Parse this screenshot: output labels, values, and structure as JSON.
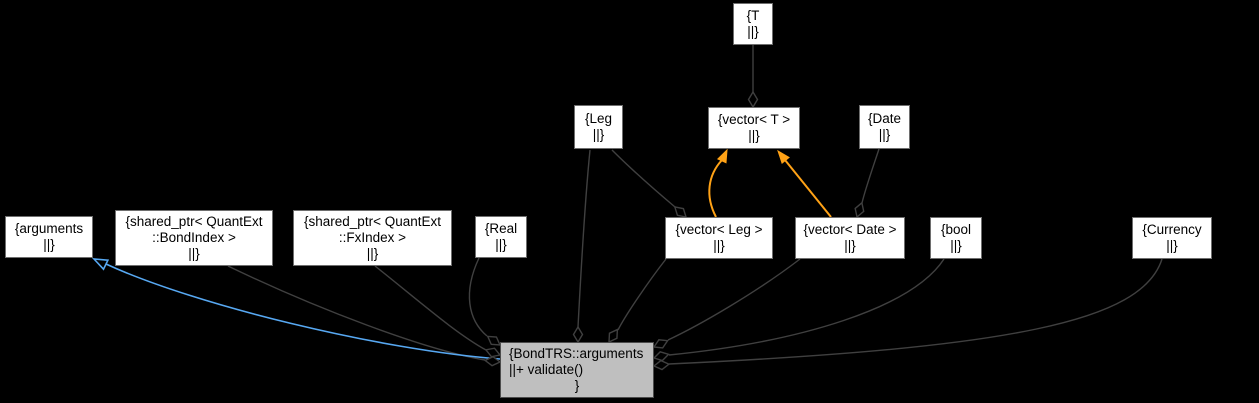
{
  "graph": {
    "title": "BondTRS::arguments collaboration graph",
    "colors": {
      "background": "#000000",
      "node_fill": "#ffffff",
      "node_border": "#6e6e6e",
      "main_node_fill": "#bfbfbf",
      "main_node_border": "#4c4c4c",
      "edge": "#404040",
      "template_edge": "#ffa216",
      "inheritance_edge": "#57a8f2",
      "text": "#000000"
    },
    "nodes": {
      "t": {
        "label_lines": [
          "{T",
          "||}"
        ]
      },
      "leg": {
        "label_lines": [
          "{Leg",
          "||}"
        ]
      },
      "vector_t": {
        "label_lines": [
          "{vector< T >",
          "||}"
        ]
      },
      "date": {
        "label_lines": [
          "{Date",
          "||}"
        ]
      },
      "arguments": {
        "label_lines": [
          "{arguments",
          "||}"
        ]
      },
      "shared_ptr_bondindex": {
        "label_lines": [
          "{shared_ptr< QuantExt",
          "::BondIndex >",
          "||}"
        ]
      },
      "shared_ptr_fxindex": {
        "label_lines": [
          "{shared_ptr< QuantExt",
          "::FxIndex >",
          "||}"
        ]
      },
      "real": {
        "label_lines": [
          "{Real",
          "||}"
        ]
      },
      "vector_leg": {
        "label_lines": [
          "{vector< Leg >",
          "||}"
        ]
      },
      "vector_date": {
        "label_lines": [
          "{vector< Date >",
          "||}"
        ]
      },
      "bool": {
        "label_lines": [
          "{bool",
          "||}"
        ]
      },
      "currency": {
        "label_lines": [
          "{Currency",
          "||}"
        ]
      },
      "main": {
        "label_lines": [
          "{BondTRS::arguments",
          "||+ validate()",
          "}"
        ]
      }
    },
    "edges": [
      {
        "from": "t",
        "to": "vector_t",
        "type": "aggregation"
      },
      {
        "from": "leg",
        "to": "main",
        "type": "aggregation"
      },
      {
        "from": "leg",
        "to": "vector_leg",
        "type": "aggregation"
      },
      {
        "from": "date",
        "to": "vector_date",
        "type": "aggregation"
      },
      {
        "from": "vector_leg",
        "to": "vector_t",
        "type": "template-instantiation"
      },
      {
        "from": "vector_date",
        "to": "vector_t",
        "type": "template-instantiation"
      },
      {
        "from": "main",
        "to": "arguments",
        "type": "inheritance"
      },
      {
        "from": "shared_ptr_bondindex",
        "to": "main",
        "type": "aggregation"
      },
      {
        "from": "shared_ptr_fxindex",
        "to": "main",
        "type": "aggregation"
      },
      {
        "from": "real",
        "to": "main",
        "type": "aggregation"
      },
      {
        "from": "vector_leg",
        "to": "main",
        "type": "aggregation"
      },
      {
        "from": "vector_date",
        "to": "main",
        "type": "aggregation"
      },
      {
        "from": "bool",
        "to": "main",
        "type": "aggregation"
      },
      {
        "from": "currency",
        "to": "main",
        "type": "aggregation"
      }
    ]
  }
}
